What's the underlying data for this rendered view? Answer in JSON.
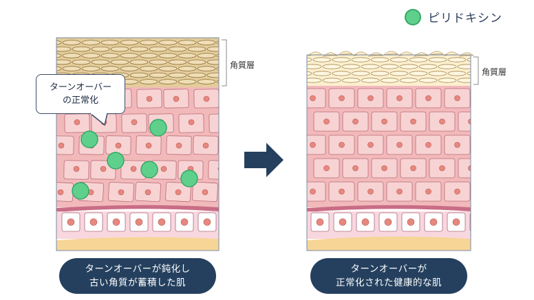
{
  "legend": {
    "label": "ピリドキシン",
    "dot_color": "#5fd08c"
  },
  "left_panel": {
    "stratum_label": "角質層",
    "callout": {
      "line1": "ターンオーバー",
      "line2": "の正常化"
    },
    "caption": {
      "line1": "ターンオーバーが鈍化し",
      "line2": "古い角質が蓄積した肌"
    }
  },
  "right_panel": {
    "stratum_label": "角質層",
    "caption": {
      "line1": "ターンオーバーが",
      "line2": "正常化された健康的な肌"
    }
  },
  "colors": {
    "stratum": "#e3cc9a",
    "stratum_right": "#fbefcf",
    "epidermis": "#f2b9bb",
    "cell": "#f7d3d4",
    "nucleus": "#e8877e",
    "basal": "#f9d7de",
    "dermis": "#f6d597",
    "arrow": "#25405f",
    "caption_bg": "#25405f"
  }
}
